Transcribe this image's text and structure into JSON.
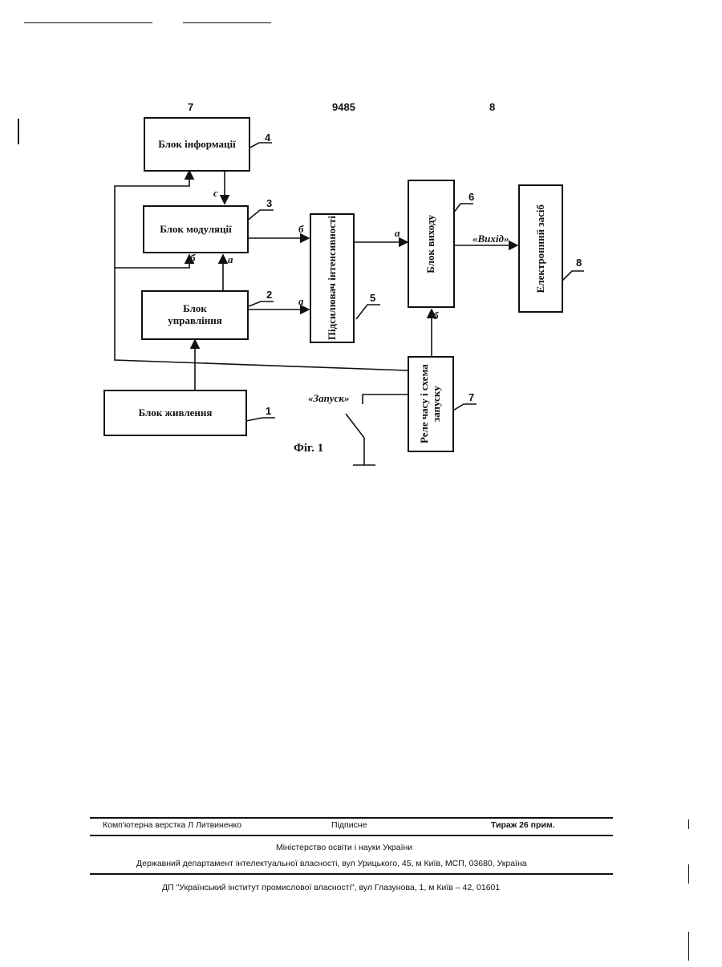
{
  "header": {
    "page_left": "7",
    "patent_number": "9485",
    "page_right": "8"
  },
  "blocks": {
    "b4": {
      "label": "Блок інформації",
      "num": "4"
    },
    "b3": {
      "label": "Блок модуляції",
      "num": "3"
    },
    "b2": {
      "label": "Блок управління",
      "num": "2"
    },
    "b1": {
      "label": "Блок живлення",
      "num": "1"
    },
    "b5": {
      "label": "Підсилювач інтенсивності",
      "num": "5"
    },
    "b6": {
      "label": "Блок виходу",
      "num": "6"
    },
    "b7": {
      "label": "Реле часу і схема запуску",
      "num": "7"
    },
    "b8": {
      "label": "Електронний засіб",
      "num": "8"
    }
  },
  "signals": {
    "c": "c",
    "a_mod_in": "a",
    "b_mod_in": "б",
    "b_to_amp": "б",
    "a_to_amp": "a",
    "a_to_out": "a",
    "b_to_out": "б",
    "output": "«Вихід»",
    "start": "«Запуск»"
  },
  "figure_caption": "Фіг. 1",
  "footer": {
    "layout": "Комп'ютерна верстка Л Литвиненко",
    "subscription": "Підписне",
    "circulation": "Тираж 26 прим.",
    "ministry": "Міністерство освіти і науки України",
    "department": "Державний департамент інтелектуальної власності, вул Урицького, 45, м Київ, МСП, 03680, Україна",
    "institute": "ДП \"Український інститут промислової власності\", вул Глазунова, 1, м Київ – 42, 01601"
  }
}
